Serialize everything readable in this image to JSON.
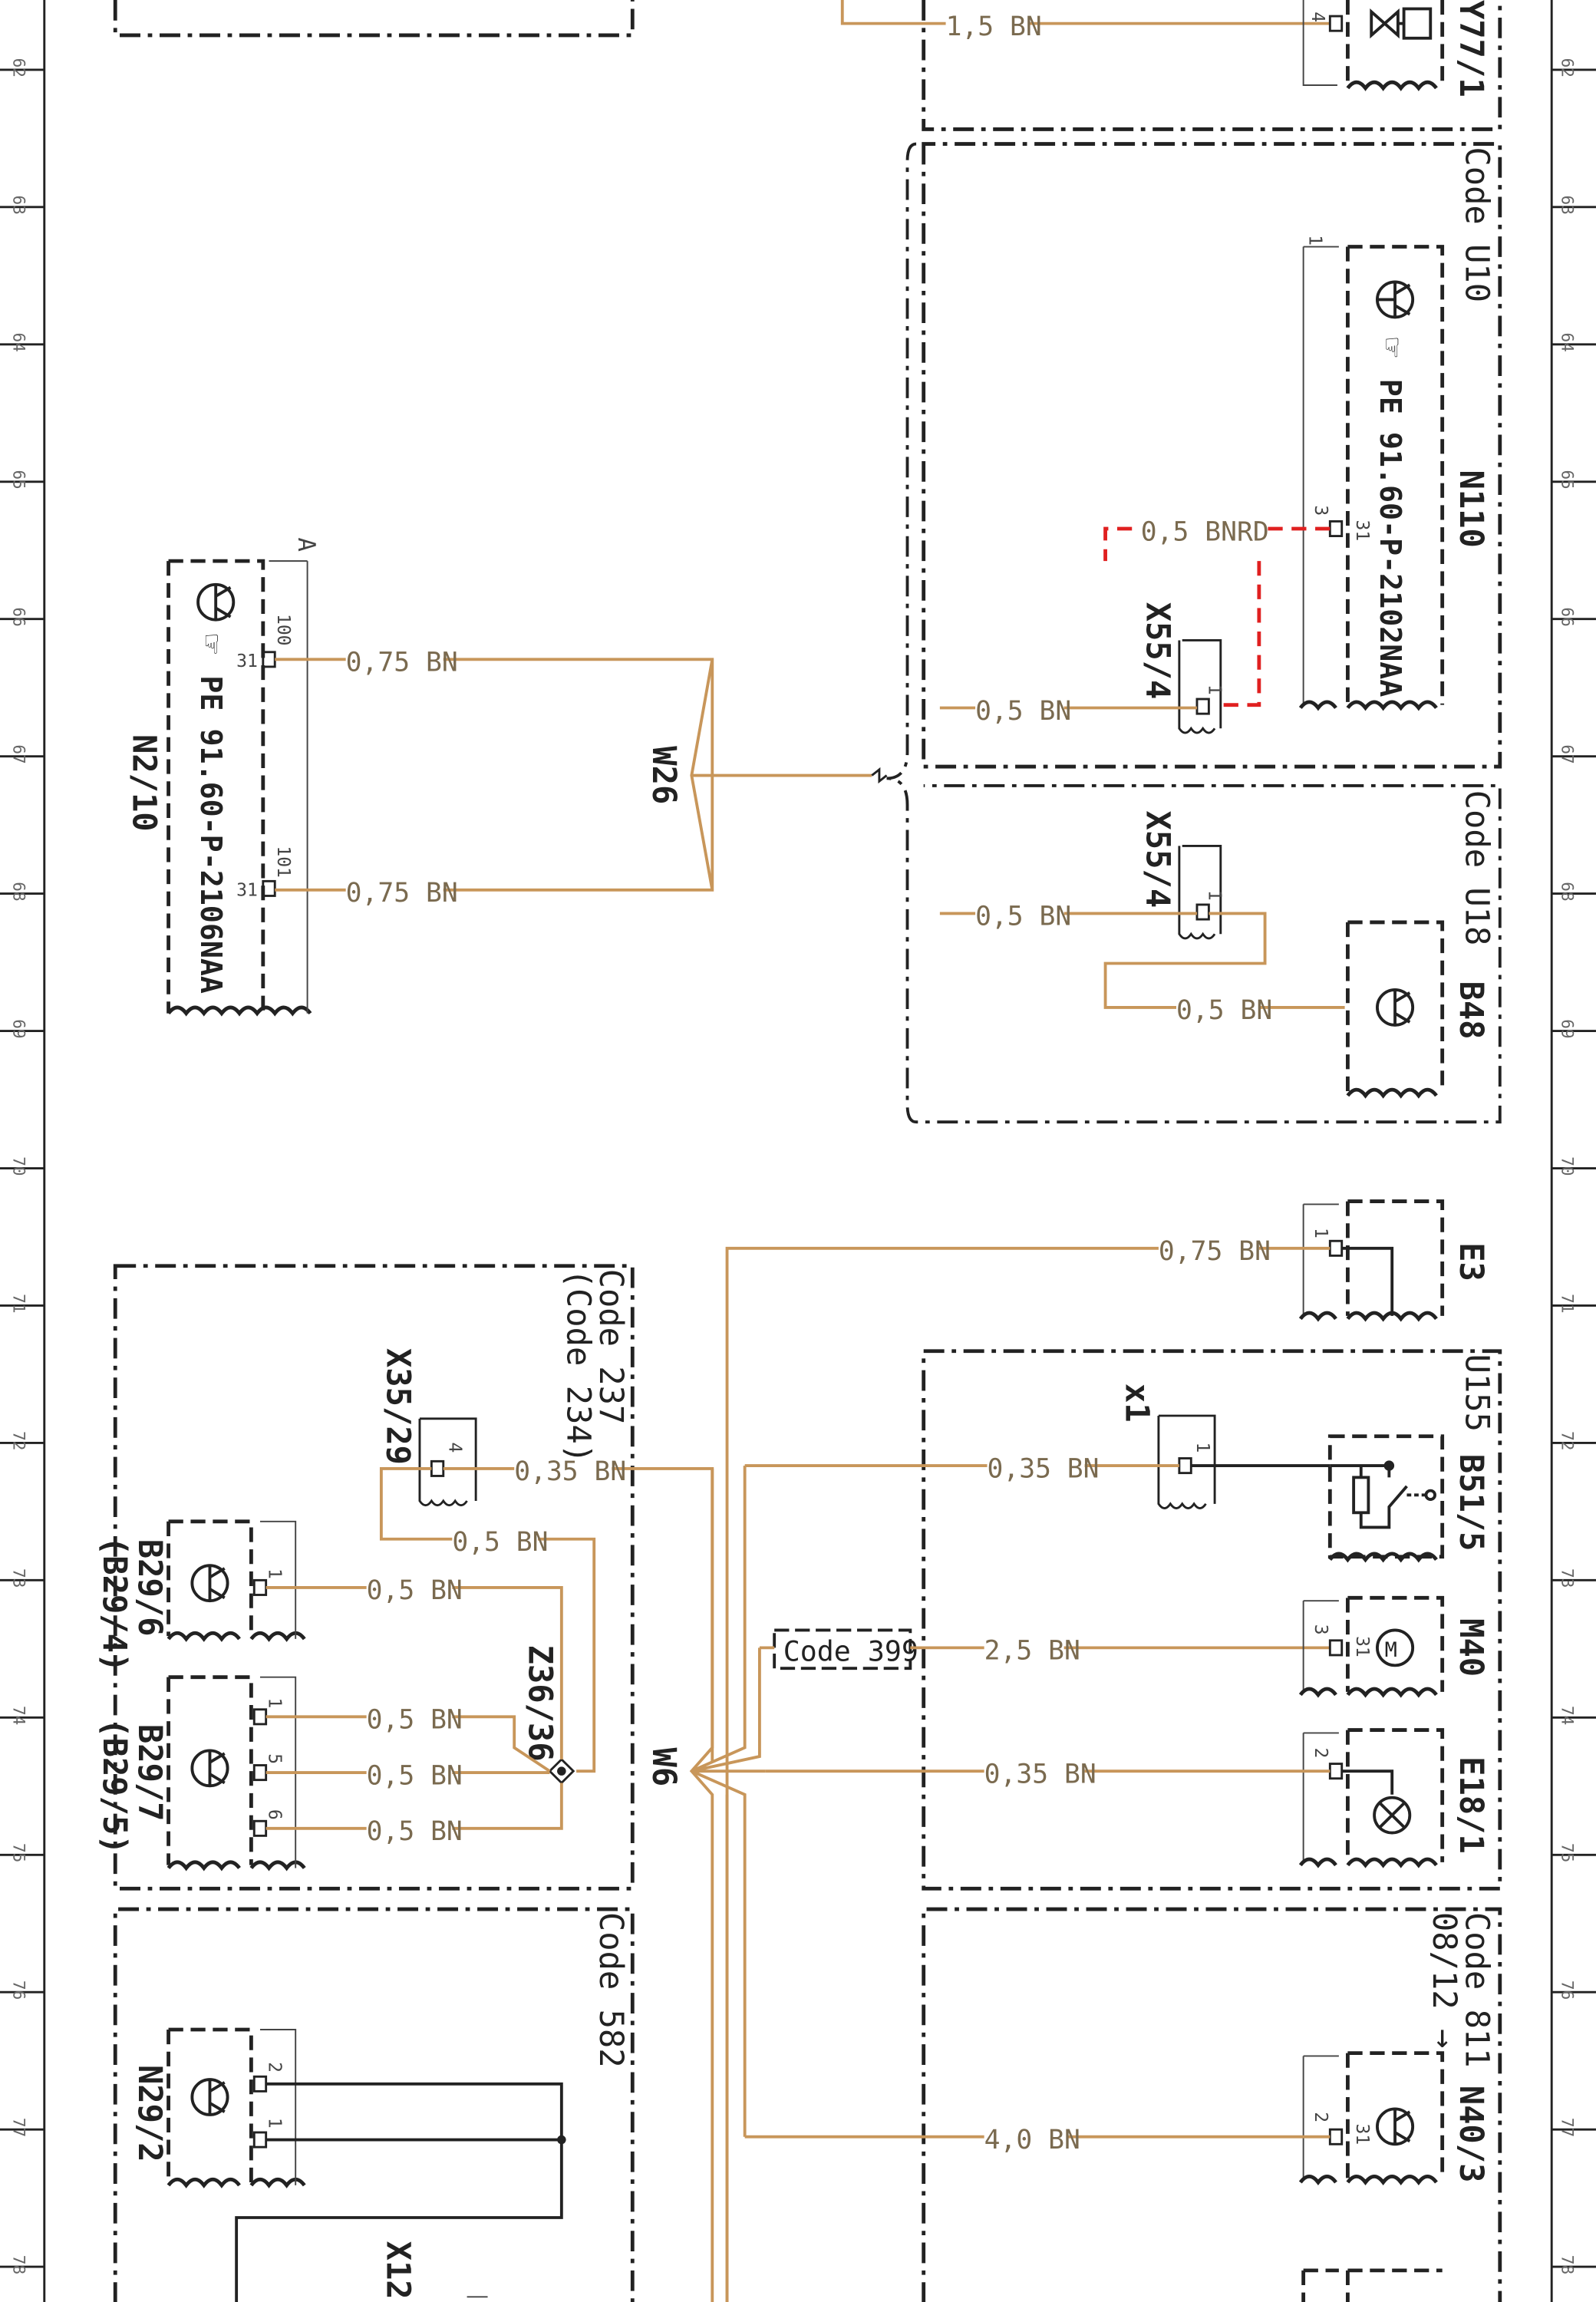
{
  "colors": {
    "wire_brown": "#c8965a",
    "wire_red": "#e02020",
    "frame": "#222222",
    "label": "#7a6a4f"
  },
  "grid_rows": [
    "62",
    "63",
    "64",
    "65",
    "66",
    "67",
    "68",
    "69",
    "70",
    "71",
    "72",
    "73",
    "74",
    "75",
    "76",
    "77",
    "78"
  ],
  "top_fragment": {
    "wire": "1,5 BN",
    "ref": "Y77/1",
    "pin": "4"
  },
  "code_u10": {
    "code": "Code U10",
    "ref": "N110",
    "pe": "PE 91.60-P-2102NAA",
    "connector": "X55/4",
    "wire_red": "0,5 BNRD",
    "wire_in": "0,5 BN",
    "pin_top": "1",
    "pin_31": "31",
    "pin_3": "3",
    "conn_pin": "1"
  },
  "code_u18": {
    "code": "Code U18",
    "ref": "B48",
    "connector": "X55/4",
    "wire_in": "0,5 BN",
    "wire_out": "0,5 BN",
    "conn_pin": "1"
  },
  "n2_10": {
    "ref": "N2/10",
    "pe": "PE 91.60-P-2106NAA",
    "marker": "A",
    "pin_100": "100",
    "pin_101": "101",
    "pin_31a": "31",
    "pin_31b": "31",
    "wire_1": "0,75 BN",
    "wire_2": "0,75 BN"
  },
  "w26": {
    "ref": "W26"
  },
  "e3": {
    "ref": "E3",
    "wire": "0,75 BN",
    "pin": "1"
  },
  "code_237": {
    "code": "Code 237",
    "code_alt": "(Code 234)",
    "connector": "X35/29",
    "conn_pin": "4",
    "wire_conn": "0,35 BN",
    "wire_loop": "0,5 BN",
    "splice": "Z36/36"
  },
  "b29_6": {
    "ref": "B29/6",
    "alt": "(B29/4)",
    "pin": "1",
    "wire": "0,5 BN"
  },
  "b29_7": {
    "ref": "B29/7",
    "alt": "(B29/5)",
    "pins": [
      "1",
      "5",
      "6"
    ],
    "wires": [
      "0,5 BN",
      "0,5 BN",
      "0,5 BN"
    ]
  },
  "w6": {
    "ref": "W6"
  },
  "u155": {
    "code": "U155",
    "connector": "x1",
    "ref_b51": "B51/5",
    "wire_b51": "0,35 BN",
    "ref_m40": "M40",
    "wire_m40": "2,5 BN",
    "code_399": "Code 399",
    "ref_e18": "E18/1",
    "wire_e18": "0,35 BN",
    "m40_pin": "3",
    "m40_31": "31",
    "e18_pin": "2",
    "conn_pin": "1"
  },
  "code_811": {
    "code": "Code 811",
    "date": "08/12 →",
    "ref": "N40/3",
    "wire": "4,0 BN",
    "pin": "2",
    "pin_31": "31"
  },
  "code_582": {
    "code": "Code 582",
    "ref": "N29/2",
    "connector": "X12",
    "pins": [
      "2",
      "1"
    ]
  }
}
